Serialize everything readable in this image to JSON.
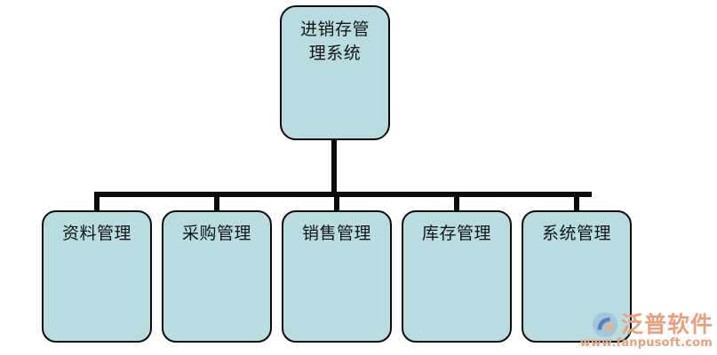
{
  "diagram": {
    "type": "organization-chart",
    "orientation": "top-down",
    "box_fill_color": "#b8dce0",
    "box_border_color": "#0b0b0b",
    "connector_color": "#0b0b0b",
    "background_color": "#ffffff",
    "root": {
      "label": "进销存管理系统",
      "label_wrapped": "进销存管\n理系统"
    },
    "children": [
      {
        "label": "资料管理"
      },
      {
        "label": "采购管理"
      },
      {
        "label": "销售管理"
      },
      {
        "label": "库存管理"
      },
      {
        "label": "系统管理"
      }
    ]
  },
  "watermark": {
    "brand": "泛普软件",
    "url": "www.fanpusoft.com",
    "text_color": "#e8a07e",
    "logo_blue": "#5b86c4",
    "logo_tan": "#e3b48c"
  }
}
